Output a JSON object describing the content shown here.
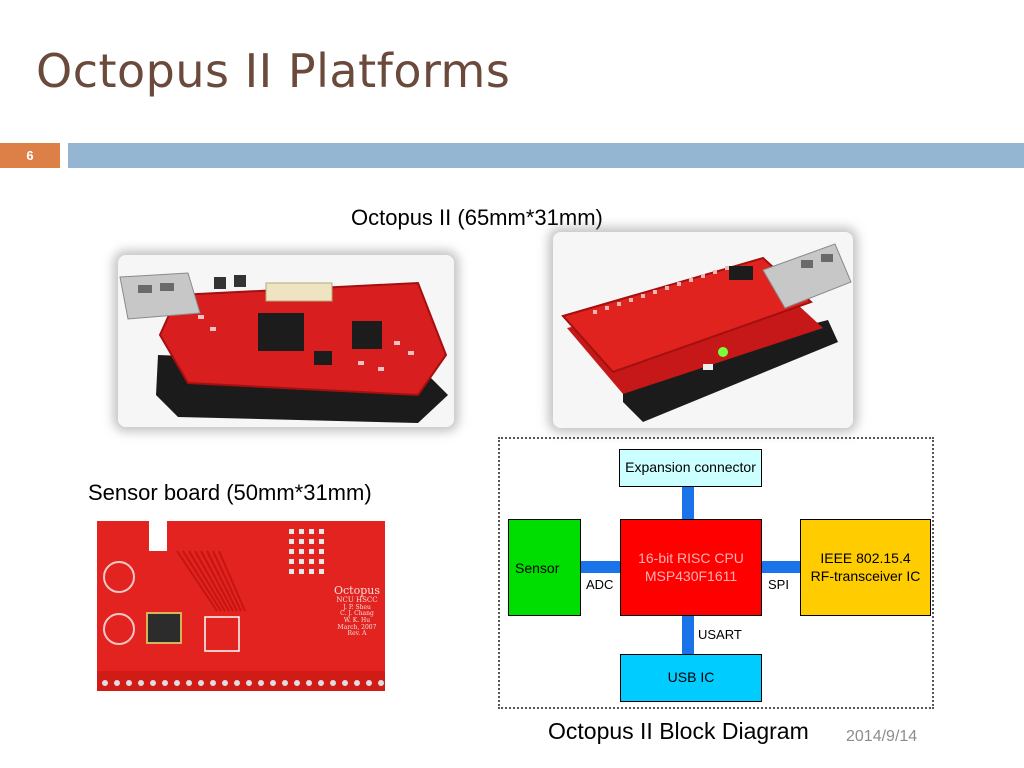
{
  "slide": {
    "title": "Octopus II Platforms",
    "slide_number": "6",
    "date": "2014/9/14"
  },
  "captions": {
    "octopus": "Octopus II (65mm*31mm)",
    "sensor_board": "Sensor board (50mm*31mm)",
    "block_diagram": "Octopus II Block Diagram"
  },
  "sensor_board_text": {
    "brand": "Octopus",
    "org": "NCU  HSCC",
    "authors": [
      "J. P. Sheu",
      "C. J. Chang",
      "W. K. Hu"
    ],
    "date": "March, 2007",
    "rev": "Rev. A"
  },
  "block_diagram": {
    "blocks": {
      "expansion": "Expansion connector",
      "cpu_line1": "16-bit RISC CPU",
      "cpu_line2": "MSP430F1611",
      "sensor": "Sensor",
      "rf_line1": "IEEE 802.15.4",
      "rf_line2": "RF-transceiver IC",
      "usb": "USB IC"
    },
    "links": {
      "adc": "ADC",
      "spi": "SPI",
      "usart": "USART"
    },
    "colors": {
      "expansion": "#ccffff",
      "cpu": "#ff0000",
      "sensor": "#00dd00",
      "rf": "#ffcc00",
      "usb": "#00ccff",
      "connector": "#1a73e8"
    }
  },
  "colors": {
    "title": "#6b4a3c",
    "accent_orange": "#dd8047",
    "accent_blue": "#94b6d2"
  }
}
